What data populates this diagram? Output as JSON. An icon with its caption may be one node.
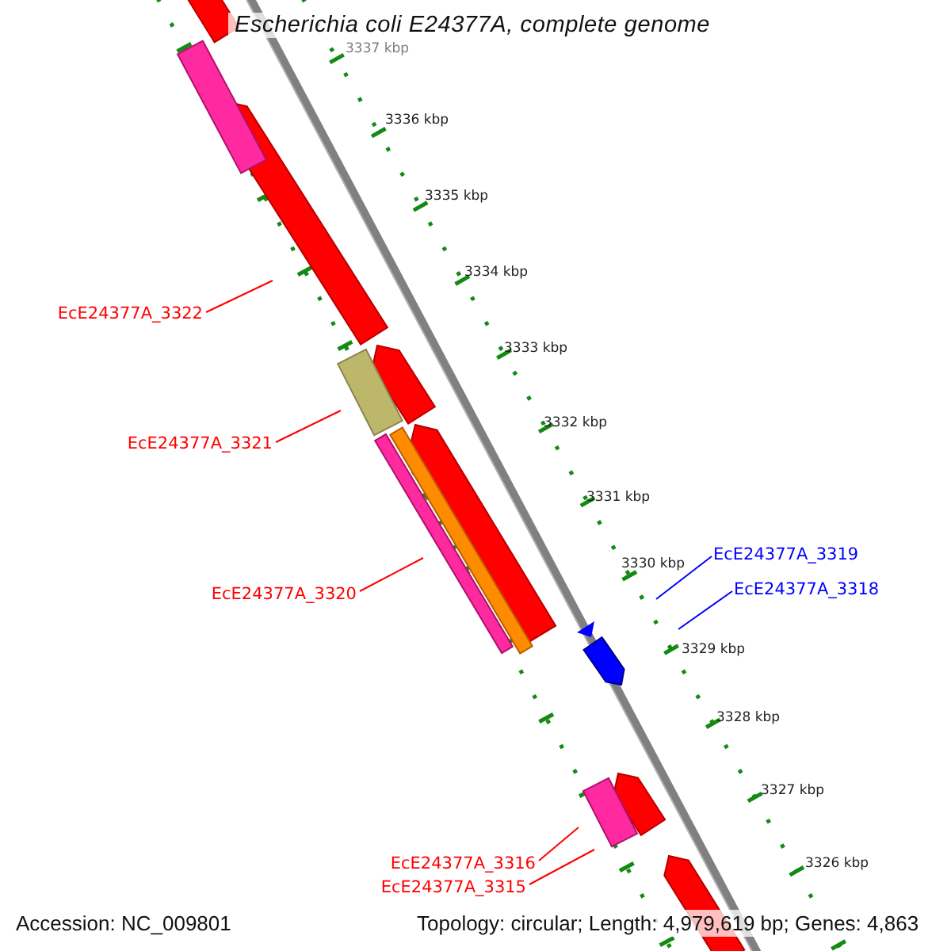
{
  "diagram": {
    "title": "Escherichia coli E24377A, complete genome",
    "nodes": [
      {
        "text": [
          "EcE24377A_3322"
        ]
      },
      {
        "text": [
          "EcE24377A_3321"
        ]
      },
      {
        "text": [
          "EcE24377A_3320"
        ]
      },
      {
        "text": [
          "EcE24377A_3319"
        ]
      },
      {
        "text": [
          "EcE24377A_3318"
        ]
      },
      {
        "text": [
          "EcE24377A_3316"
        ]
      },
      {
        "text": [
          "EcE24377A_3315"
        ]
      }
    ],
    "edges": [
      {
        "from": 0,
        "to": null,
        "arrow": "none"
      },
      {
        "from": 1,
        "to": null,
        "arrow": "none"
      },
      {
        "from": 2,
        "to": null,
        "arrow": "none"
      },
      {
        "from": 3,
        "to": null,
        "arrow": "none",
        "color": "#0000ff"
      },
      {
        "from": 4,
        "to": null,
        "arrow": "none",
        "color": "#0000ff"
      },
      {
        "from": 5,
        "to": null,
        "arrow": "none"
      },
      {
        "from": 6,
        "to": null,
        "arrow": "none"
      }
    ],
    "labels": [
      "3337 kbp",
      "3336 kbp",
      "3335 kbp",
      "3334 kbp",
      "3333 kbp",
      "3332 kbp",
      "3331 kbp",
      "3330 kbp",
      "3329 kbp",
      "3328 kbp",
      "3327 kbp",
      "3326 kbp",
      "Accession: NC_009801",
      "Topology: circular; Length: 4,979,619 bp; Genes: 4,863"
    ]
  }
}
